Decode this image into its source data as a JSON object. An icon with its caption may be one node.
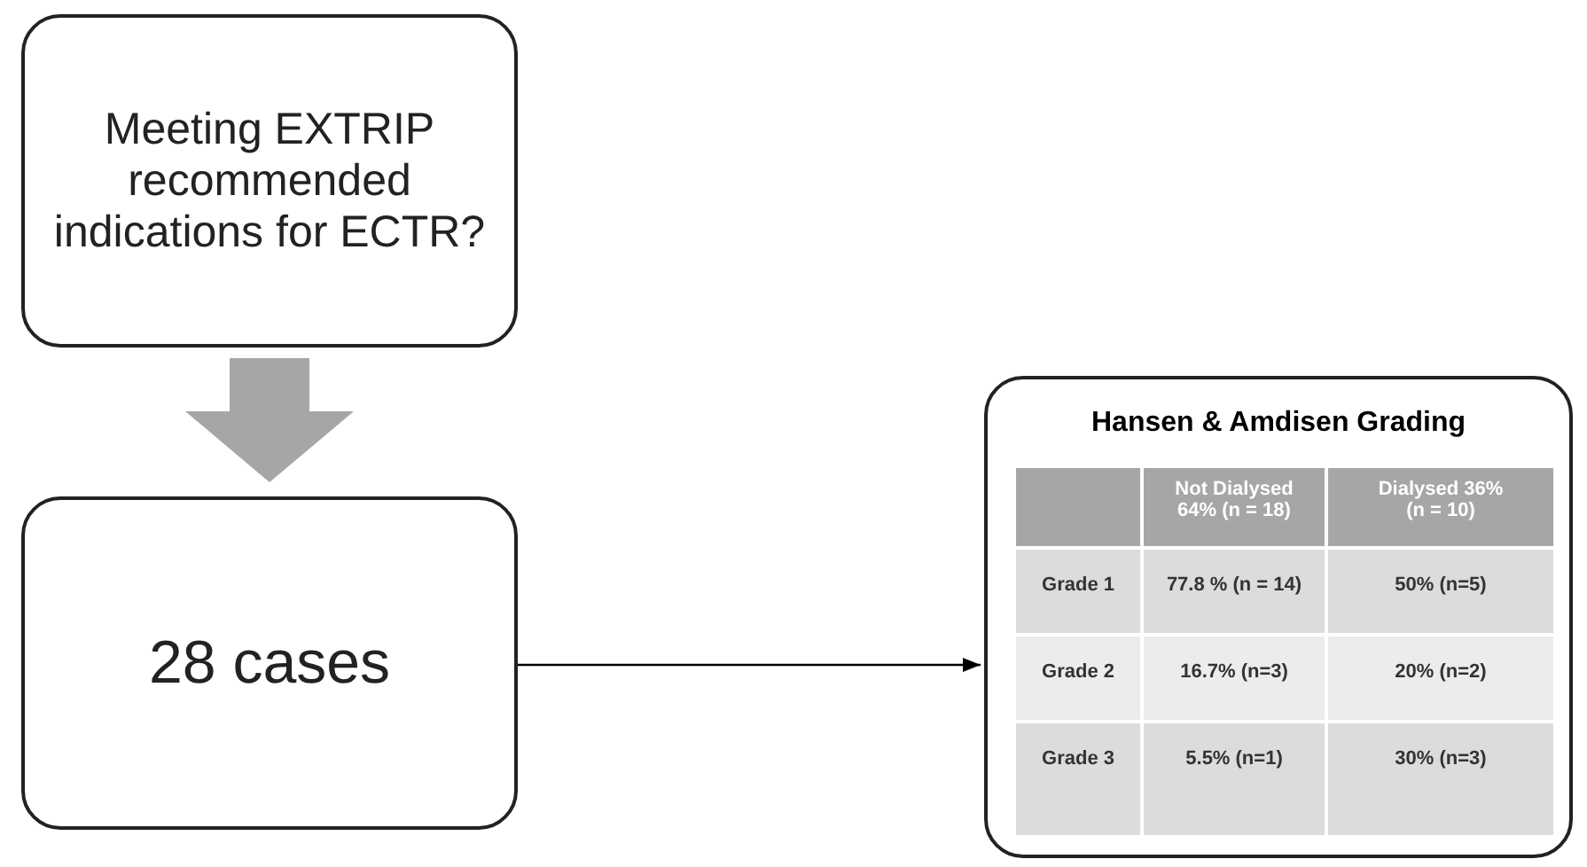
{
  "diagram": {
    "nodes": [
      {
        "text": [
          "Meeting EXTRIP recommended indications for ECTR?"
        ]
      },
      {
        "text": [
          "28 cases"
        ]
      },
      {
        "text": [
          "Hansen & Amdisen Grading"
        ]
      }
    ],
    "edges": [
      {
        "from": 0,
        "to": 1,
        "arrow": "to",
        "style": "thick",
        "color": "#a6a6a6"
      },
      {
        "from": 1,
        "to": 2,
        "arrow": "to",
        "color": "#000000"
      }
    ],
    "labels": [
      "Not Dialysed 64% (n = 18)",
      "Dialysed 36% (n = 10)",
      "Grade 1",
      "77.8 % (n = 14)",
      "50% (n=5)",
      "Grade 2",
      "16.7% (n=3)",
      "20% (n=2)",
      "Grade 3",
      "5.5% (n=1)",
      "30% (n=3)"
    ]
  }
}
